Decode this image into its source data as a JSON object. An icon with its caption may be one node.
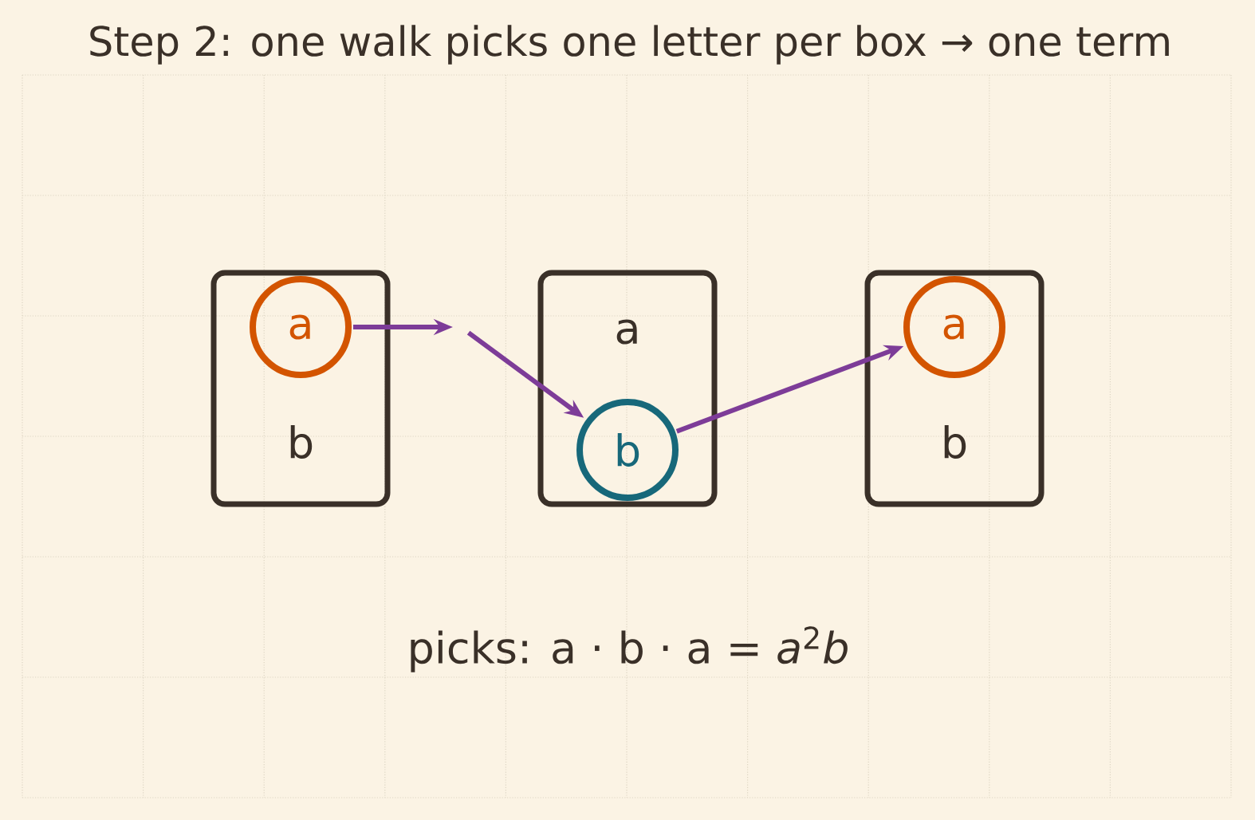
{
  "diagram": {
    "title": "Step 2: one walk picks one letter per box → one term",
    "nodes": [
      {
        "text": [],
        "shape": "box"
      },
      {
        "text": [
          "a"
        ],
        "in": 0
      },
      {
        "text": [
          "b"
        ],
        "in": 0
      },
      {
        "text": [],
        "shape": "box"
      },
      {
        "text": [
          "a"
        ],
        "in": 3
      },
      {
        "text": [
          "b"
        ],
        "in": 3
      },
      {
        "text": [],
        "shape": "box"
      },
      {
        "text": [
          "a"
        ],
        "in": 6
      },
      {
        "text": [
          "b"
        ],
        "in": 6
      }
    ],
    "edges": [
      {
        "from": 1,
        "to": null,
        "arrow": "to"
      },
      {
        "from": null,
        "to": 5,
        "arrow": "to"
      },
      {
        "from": 5,
        "to": 7,
        "arrow": "to"
      }
    ],
    "labels": [
      "picks: a · b · a = *a*$^{2}$*b*"
    ]
  }
}
